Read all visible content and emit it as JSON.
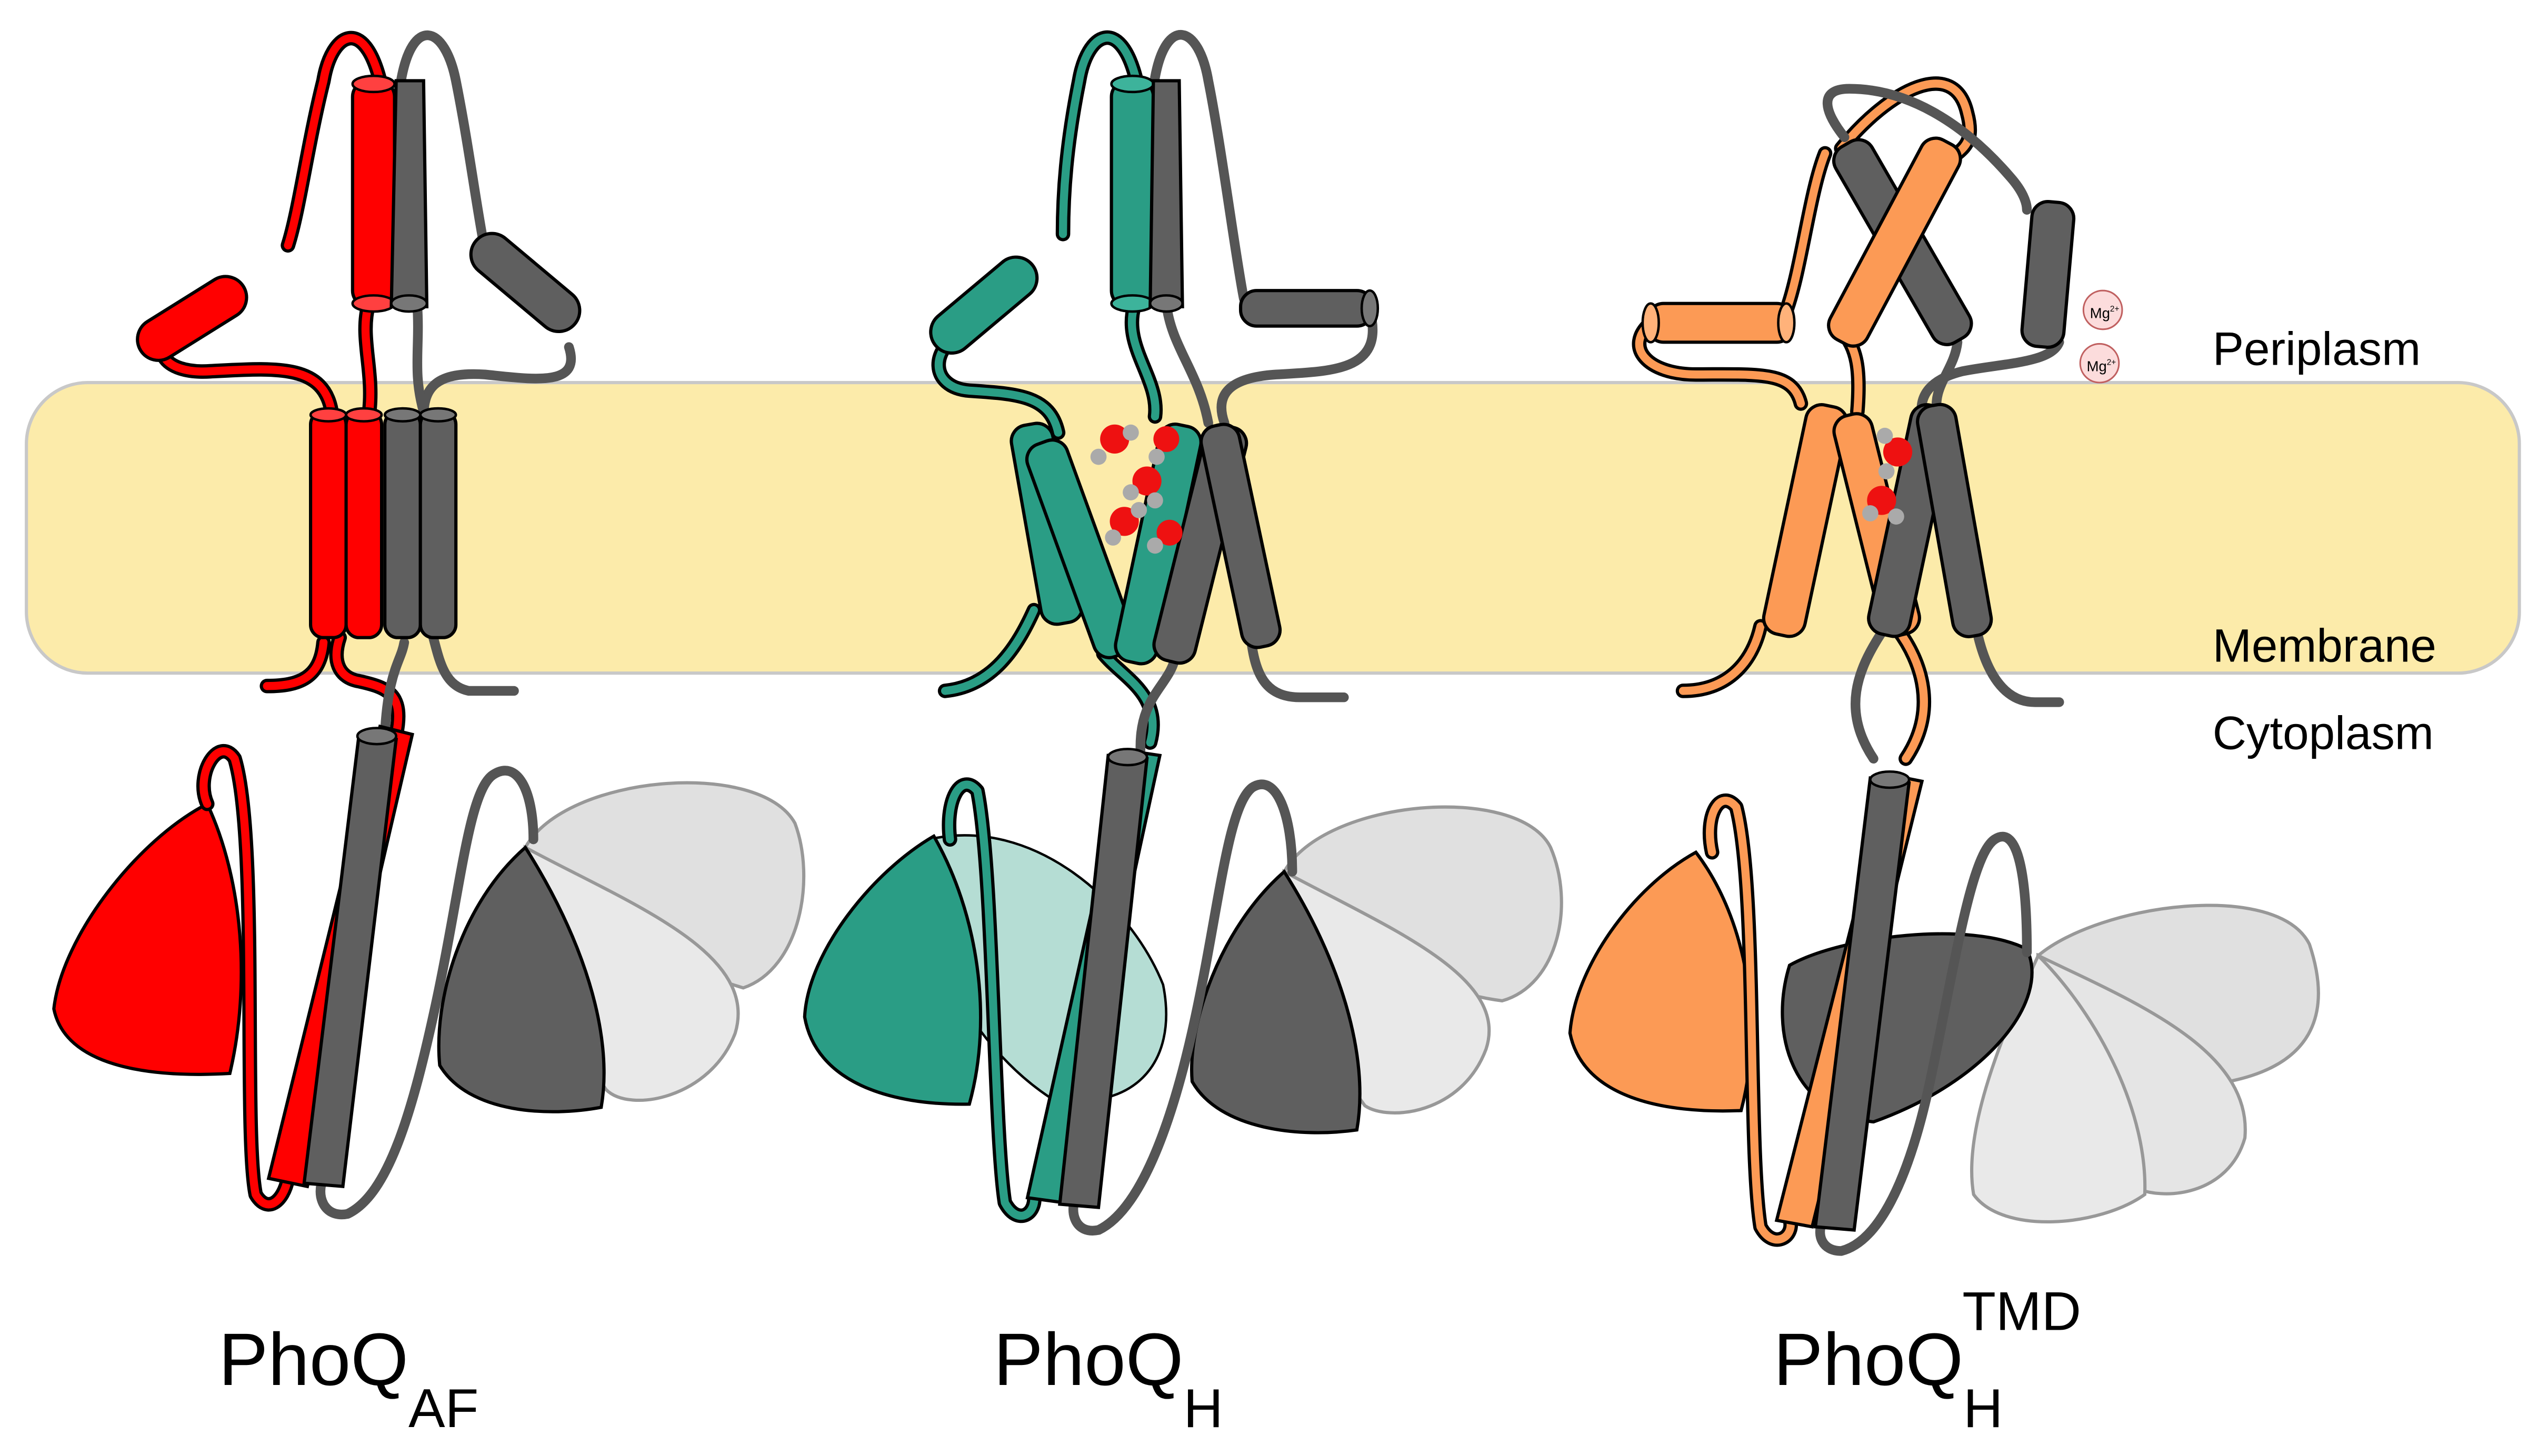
{
  "regions": {
    "periplasm": "Periplasm",
    "membrane": "Membrane",
    "cytoplasm": "Cytoplasm"
  },
  "ions": {
    "symbol": "Mg",
    "charge": "2+"
  },
  "models": [
    {
      "id": "af",
      "base": "PhoQ",
      "sub": "AF",
      "sup": ""
    },
    {
      "id": "h",
      "base": "PhoQ",
      "sub": "H",
      "sup": ""
    },
    {
      "id": "tmd",
      "base": "PhoQ",
      "sub": "H",
      "sup": "TMD"
    }
  ],
  "colors": {
    "membrane": "#fcebaa",
    "membrane_edge": "#c8c8c8",
    "af_chain": "#ff0000",
    "h_chain": "#2a9d85",
    "tmd_chain": "#fc9a55",
    "partner_chain": "#595959",
    "ghost_domain": "#c8c8c8",
    "water_oxygen": "#ee1111",
    "water_hydrogen": "#aaaaaa",
    "ion_fill": "#fcdcdc"
  }
}
